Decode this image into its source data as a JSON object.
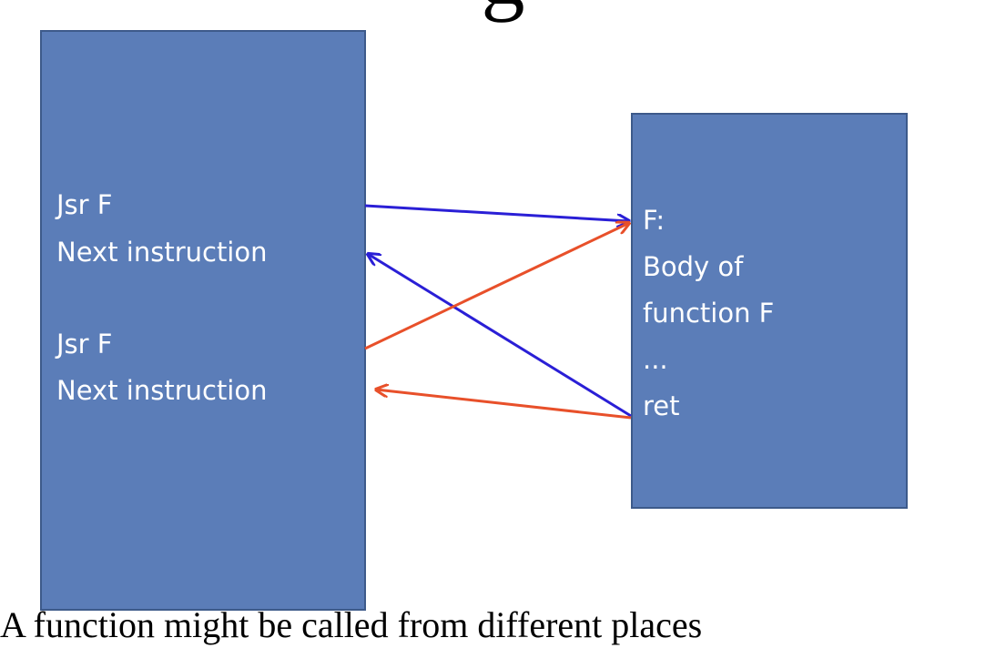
{
  "slide": {
    "title_fragment": "g",
    "caption": "A function might be called from different places"
  },
  "caller": {
    "lines": [
      "Jsr F",
      "Next instruction",
      "Jsr F",
      "Next instruction"
    ]
  },
  "callee": {
    "lines": [
      "F:",
      "Body of",
      "function F",
      "...",
      "ret"
    ]
  },
  "colors": {
    "box_fill": "#5b7db8",
    "box_border": "#3d5a8a",
    "call_return_1": "#2a1fd6",
    "call_return_2": "#e8502a"
  }
}
